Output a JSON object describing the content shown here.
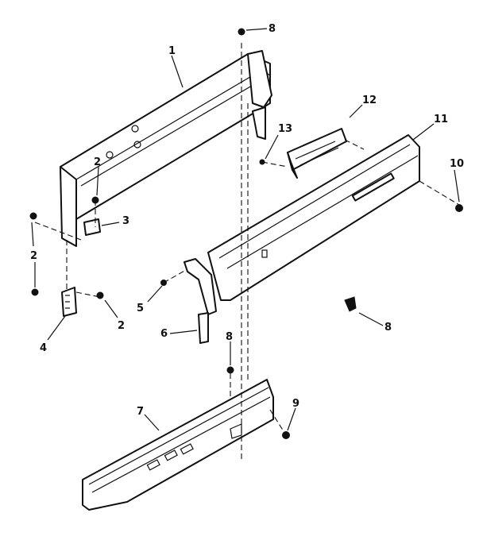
{
  "callouts": {
    "c1": "1",
    "c2a": "2",
    "c2b": "2",
    "c2c": "2",
    "c3": "3",
    "c4": "4",
    "c5": "5",
    "c6": "6",
    "c7": "7",
    "c8a": "8",
    "c8b": "8",
    "c8c": "8",
    "c9": "9",
    "c10": "10",
    "c11": "11",
    "c12": "12",
    "c13": "13"
  }
}
